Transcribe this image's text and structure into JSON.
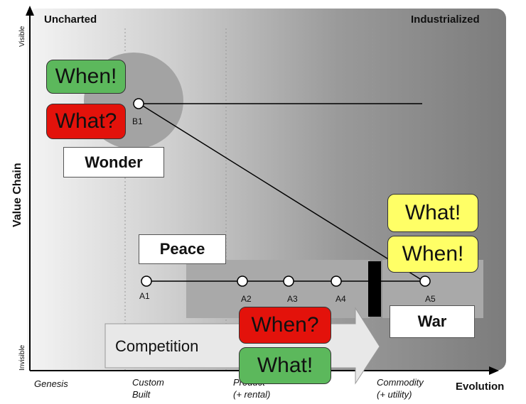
{
  "corners": {
    "left": "Uncharted",
    "right": "Industrialized"
  },
  "y_axis": {
    "title": "Value Chain",
    "top": "Visible",
    "bottom": "Invisible"
  },
  "x_axis": {
    "title": "Evolution",
    "stages": [
      {
        "line1": "Genesis",
        "line2": ""
      },
      {
        "line1": "Custom",
        "line2": "Built"
      },
      {
        "line1": "Product",
        "line2": "(+ rental)"
      },
      {
        "line1": "Commodity",
        "line2": "(+ utility)"
      }
    ]
  },
  "boxes": {
    "wonder": "Wonder",
    "peace": "Peace",
    "war": "War"
  },
  "arrow_label": "Competition",
  "tags": {
    "wonder_when": "When!",
    "wonder_what": "What?",
    "war_what": "What!",
    "war_when": "When!",
    "peace_when": "When?",
    "peace_what": "What!"
  },
  "nodes": {
    "b1": "B1",
    "a1": "A1",
    "a2": "A2",
    "a3": "A3",
    "a4": "A4",
    "a5": "A5"
  },
  "colors": {
    "green": "#5cb85c",
    "red": "#e3120b",
    "yellow": "#ffff66"
  }
}
